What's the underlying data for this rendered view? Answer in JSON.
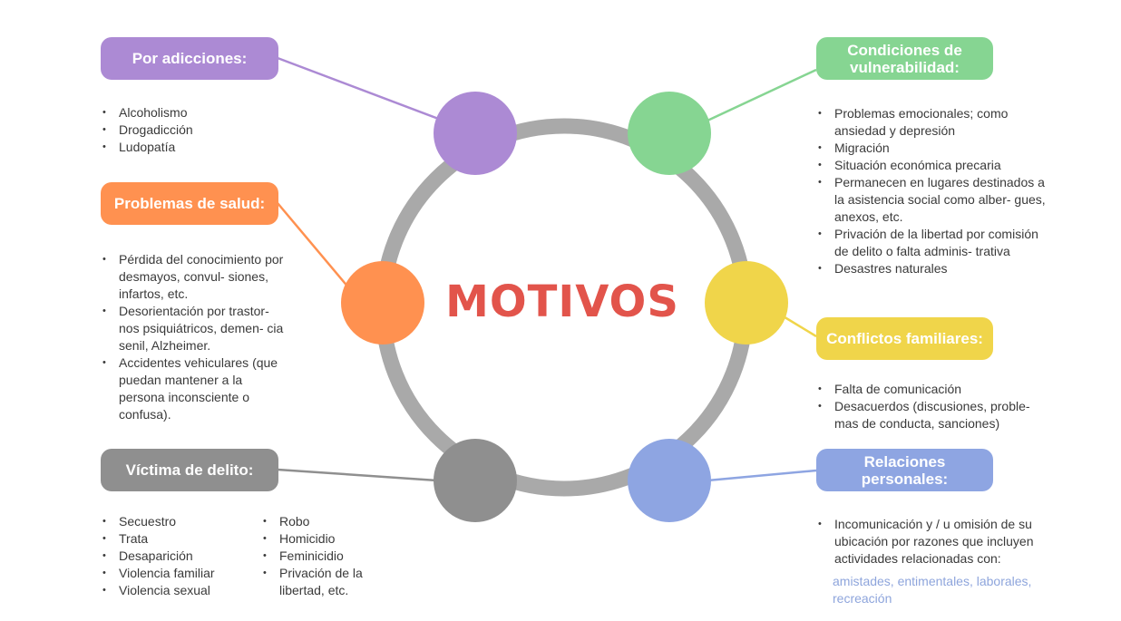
{
  "title": "MOTIVOS",
  "colors": {
    "purple": "#ac8ad4",
    "green": "#86d592",
    "orange": "#ff9150",
    "yellow": "#f0d54a",
    "gray": "#8f8f8f",
    "blue": "#8ea5e2",
    "ring": "#a9a9a9",
    "title": "#e2544b"
  },
  "categories": {
    "adicciones": {
      "label": "Por adicciones:",
      "items": [
        "Alcoholismo",
        "Drogadicción",
        "Ludopatía"
      ]
    },
    "salud": {
      "label": "Problemas de salud:",
      "items": [
        "Pérdida del conocimiento por desmayos, convul- siones, infartos, etc.",
        "Desorientación por trastor- nos psiquiátricos, demen- cia senil, Alzheimer.",
        "Accidentes vehiculares (que puedan mantener a la persona inconsciente o confusa)."
      ]
    },
    "delito": {
      "label": "Víctima de delito:",
      "items_left": [
        "Secuestro",
        "Trata",
        "Desaparición",
        "Violencia familiar",
        "Violencia sexual"
      ],
      "items_right": [
        "Robo",
        "Homicidio",
        "Feminicidio",
        "Privación de la libertad, etc."
      ]
    },
    "vulnerabilidad": {
      "label": "Condiciones de vulnerabilidad:",
      "items": [
        "Problemas emocionales; como ansiedad y depresión",
        "Migración",
        "Situación económica precaria",
        "Permanecen en lugares destinados a la asistencia social como alber- gues, anexos, etc.",
        "Privación de la libertad por comisión de delito o falta adminis- trativa",
        "Desastres naturales"
      ]
    },
    "familiares": {
      "label": "Conflictos familiares:",
      "items": [
        "Falta de comunicación",
        "Desacuerdos (discusiones, proble- mas de conducta, sanciones)"
      ]
    },
    "personales": {
      "label": "Relaciones personales:",
      "items": [
        "Incomunicación y / u omisión de su ubicación por razones  que incluyen actividades relacionadas con:"
      ],
      "note": "amistades, entimentales, laborales, recreación"
    }
  }
}
